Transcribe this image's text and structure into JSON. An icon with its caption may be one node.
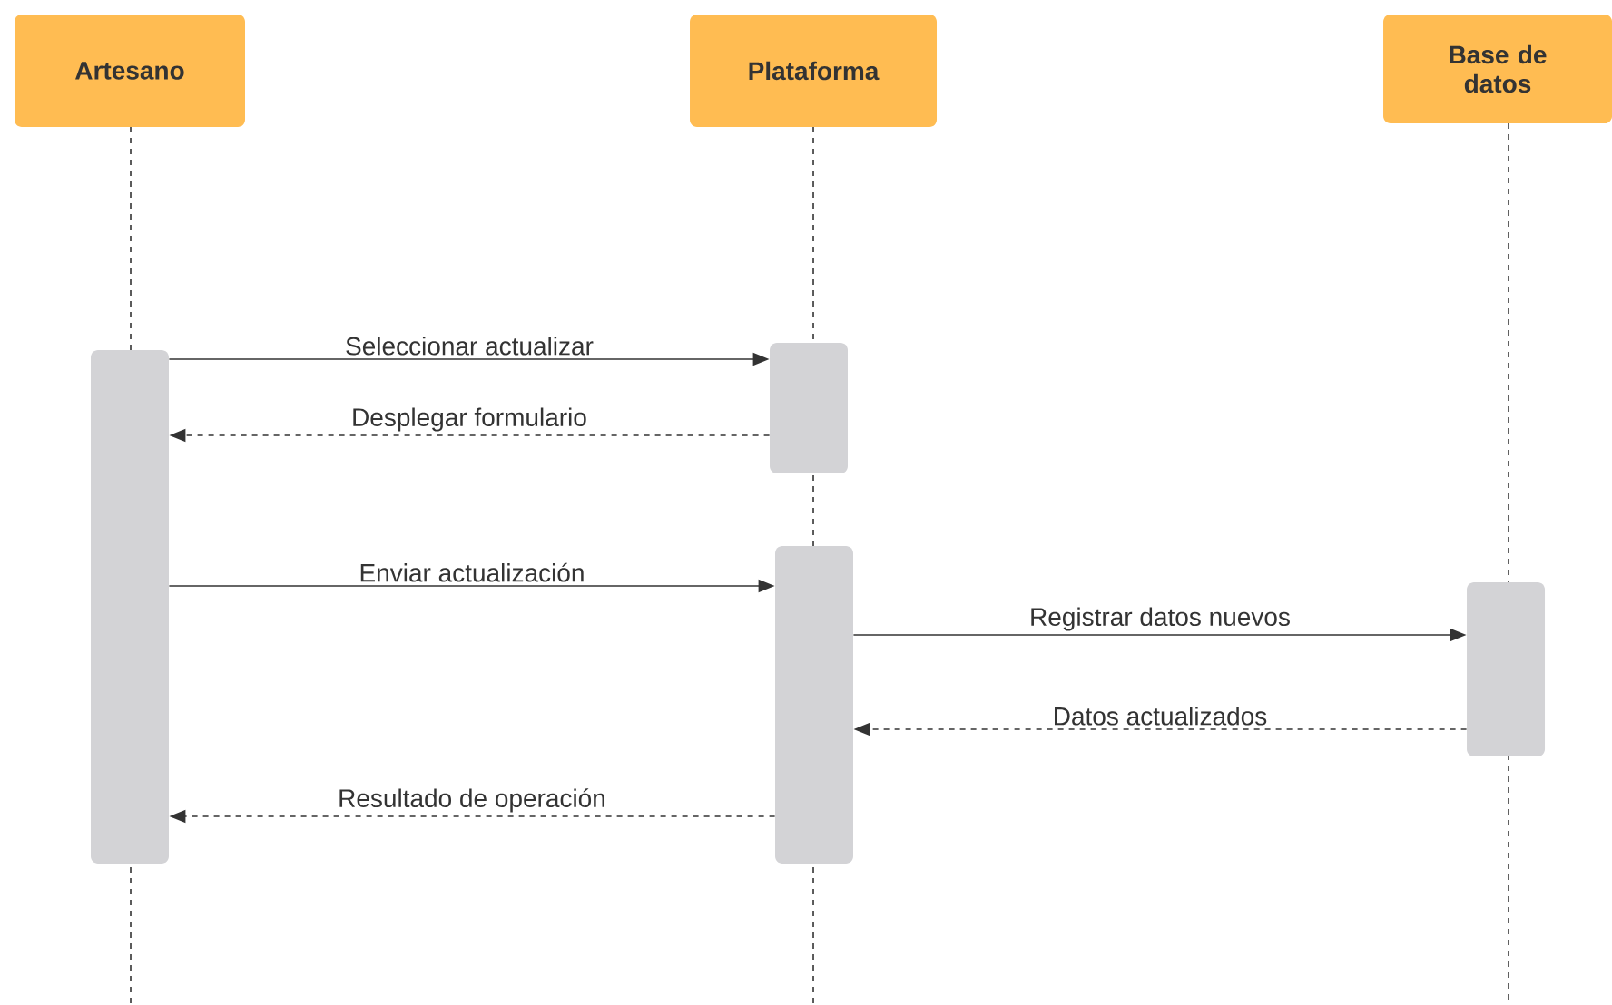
{
  "diagram": {
    "nodes": [
      {
        "text": [
          "Artesano"
        ]
      },
      {
        "text": [
          "Plataforma"
        ]
      },
      {
        "text": [
          "Base de datos"
        ]
      },
      {
        "text": [],
        "shape": "bar"
      },
      {
        "text": [],
        "shape": "bar"
      },
      {
        "text": [],
        "shape": "bar"
      },
      {
        "text": [],
        "shape": "bar"
      }
    ],
    "edges": [
      {
        "from": 3,
        "to": 4,
        "arrow": "to",
        "label": "Seleccionar actualizar"
      },
      {
        "from": 4,
        "to": 3,
        "arrow": "to",
        "label": "Desplegar formulario",
        "style": "dashed"
      },
      {
        "from": 3,
        "to": 5,
        "arrow": "to",
        "label": "Enviar actualización"
      },
      {
        "from": 5,
        "to": 6,
        "arrow": "to",
        "label": "Registrar datos nuevos"
      },
      {
        "from": 6,
        "to": 5,
        "arrow": "to",
        "label": "Datos actualizados",
        "style": "dashed"
      },
      {
        "from": 5,
        "to": 3,
        "arrow": "to",
        "label": "Resultado de operación",
        "style": "dashed"
      }
    ]
  }
}
